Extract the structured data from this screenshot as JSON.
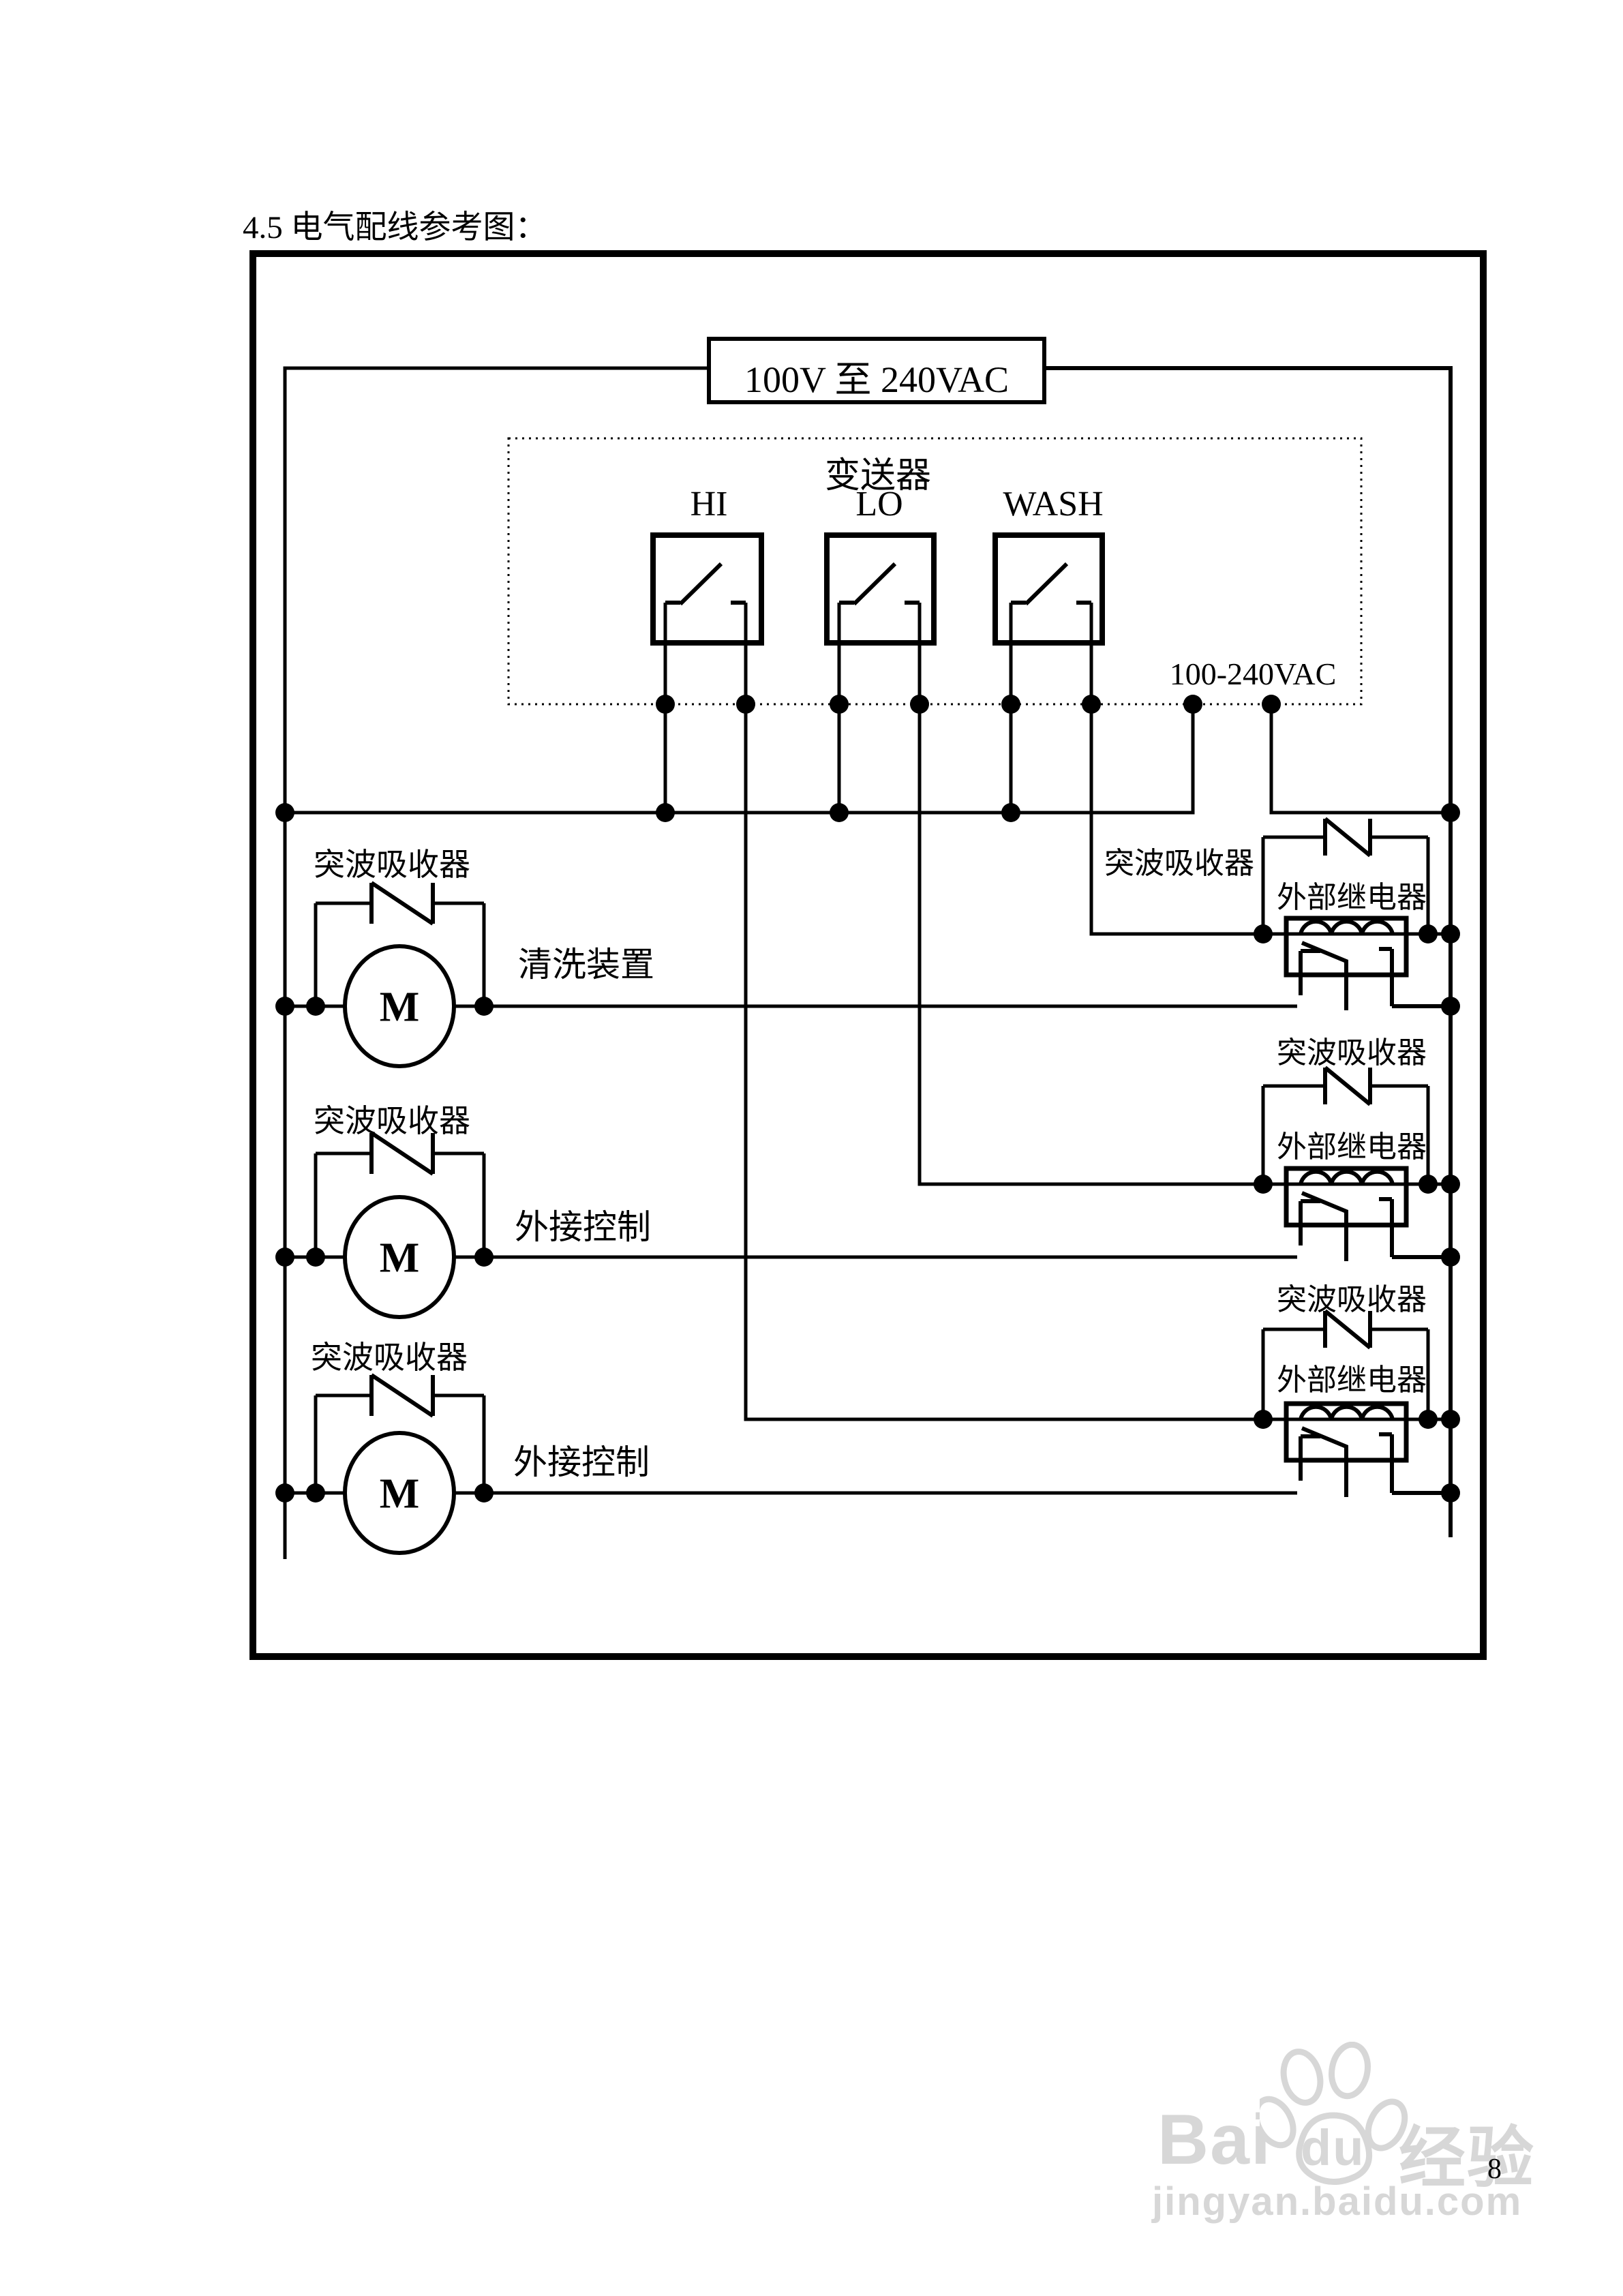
{
  "page": {
    "title": "4.5 电气配线参考图：",
    "page_number": "8"
  },
  "diagram": {
    "power_box_label": "100V 至 240VAC",
    "transmitter_label": "变送器",
    "switch_labels": [
      "HI",
      "LO",
      "WASH"
    ],
    "power_rating_label": "100-240VAC",
    "motor_circuits": [
      {
        "surge_label": "突波吸收器",
        "device_label": "清洗装置",
        "motor_letter": "M"
      },
      {
        "surge_label": "突波吸收器",
        "device_label": "外接控制",
        "motor_letter": "M"
      },
      {
        "surge_label": "突波吸收器",
        "device_label": "外接控制",
        "motor_letter": "M"
      }
    ],
    "relay_circuits": [
      {
        "surge_label": "突波吸收器",
        "relay_label": "外部继电器"
      },
      {
        "surge_label": "突波吸收器",
        "relay_label": "外部继电器"
      },
      {
        "surge_label": "突波吸收器",
        "relay_label": "外部继电器"
      }
    ]
  },
  "watermark": {
    "brand_bai": "Bai",
    "brand_du": "du",
    "brand_suffix": "经验",
    "site": "jingyan.baidu.com"
  },
  "colors": {
    "line": "#000000",
    "watermark": "#d7d7d7"
  }
}
